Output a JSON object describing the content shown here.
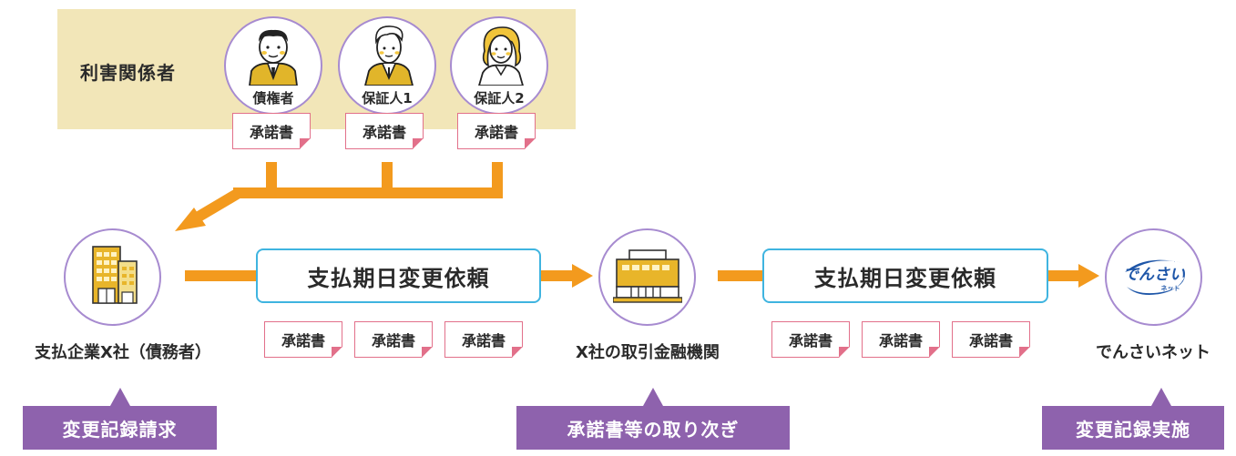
{
  "stakeholders": {
    "label": "利害関係者",
    "people": [
      {
        "name": "債権者",
        "doc": "承諾書"
      },
      {
        "name": "保証人1",
        "doc": "承諾書"
      },
      {
        "name": "保証人2",
        "doc": "承諾書"
      }
    ]
  },
  "flow": {
    "request1": "支払期日変更依頼",
    "request2": "支払期日変更依頼",
    "docs1": [
      "承諾書",
      "承諾書",
      "承諾書"
    ],
    "docs2": [
      "承諾書",
      "承諾書",
      "承諾書"
    ]
  },
  "entities": {
    "company": "支払企業X社（債務者）",
    "bank": "X社の取引金融機関",
    "densai": "でんさいネット"
  },
  "logo": {
    "main": "でんさい",
    "sub": "ネット"
  },
  "roles": {
    "company": "変更記録請求",
    "bank": "承諾書等の取り次ぎ",
    "densai": "変更記録実施"
  },
  "colors": {
    "arrow": "#f39a1e",
    "circle": "#a78bd0",
    "doc": "#e2708a",
    "request": "#3fb4e0",
    "role": "#8e62ad",
    "stake_bg": "#f2e6b8"
  }
}
